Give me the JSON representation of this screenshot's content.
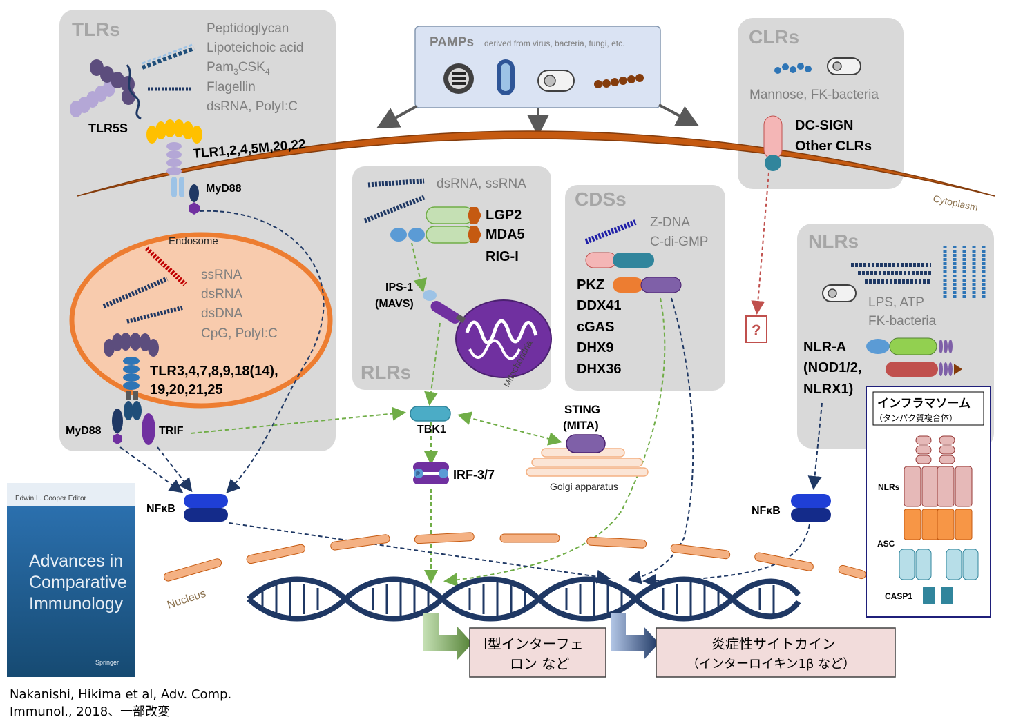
{
  "colors": {
    "panel": "#d9d9d9",
    "membrane": "#c55a11",
    "endosome_fill": "#f8cbad",
    "endosome_border": "#ed7d31",
    "pamps_fill": "#dae3f3",
    "nfkb": "#1f3fb5",
    "arrow_blue": "#1f3864",
    "arrow_green": "#70ad47",
    "arrow_red": "#c0504d",
    "output_box": "#f2dcdb",
    "book_cover": "#1b5e8a"
  },
  "tlr": {
    "title": "TLRs",
    "ligands": [
      "Peptidoglycan",
      "Lipoteichoic acid",
      "Pam",
      "3",
      "CSK",
      "4",
      "Flagellin",
      "dsRNA, PolyI:C"
    ],
    "tlr5s": "TLR5S",
    "surface_receptors": "TLR1,2,4,5M,20,22",
    "myd88": "MyD88",
    "endosome_label": "Endosome",
    "endosome_ligands": [
      "ssRNA",
      "dsRNA",
      "dsDNA",
      "CpG, PolyI:C"
    ],
    "endosome_receptors": [
      "TLR3,4,7,8,9,18(14),",
      "19,20,21,25"
    ],
    "myd88_bottom": "MyD88",
    "trif": "TRIF"
  },
  "pamps": {
    "title": "PAMPs",
    "subtitle": "derived from virus, bacteria, fungi, etc."
  },
  "clr": {
    "title": "CLRs",
    "ligands": "Mannose, FK-bacteria",
    "receptors": [
      "DC-SIGN",
      "Other CLRs"
    ],
    "unknown": "?"
  },
  "rlr": {
    "title": "RLRs",
    "ligands": "dsRNA, ssRNA",
    "receptors": [
      "LGP2",
      "MDA5",
      "RIG-I"
    ],
    "adaptor": [
      "IPS-1",
      "(MAVS)"
    ],
    "organelle": "Mitochondria"
  },
  "cds": {
    "title": "CDSs",
    "ligands": [
      "Z-DNA",
      "C-di-GMP"
    ],
    "sensors": [
      "PKZ",
      "DDX41",
      "cGAS",
      "DHX9",
      "DHX36"
    ]
  },
  "nlr": {
    "title": "NLRs",
    "ligands": [
      "LPS, ATP",
      "FK-bacteria"
    ],
    "receptors": [
      "NLR-A",
      "(NOD1/2,",
      "NLRX1)"
    ]
  },
  "cytoplasm": "Cytoplasm",
  "tbk1": "TBK1",
  "irf": "IRF-3/7",
  "sting": [
    "STING",
    "(MITA)"
  ],
  "golgi": "Golgi apparatus",
  "nfkb_left": "NFκB",
  "nfkb_right": "NFκB",
  "nucleus": "Nucleus",
  "phospho": "P",
  "inflammasome": {
    "title": "インフラマソーム",
    "subtitle": "（タンパク質複合体）",
    "labels": [
      "NLRs",
      "ASC",
      "CASP1"
    ]
  },
  "outputs": {
    "ifn": [
      "I型インターフェ",
      "ロン など"
    ],
    "cytokine": [
      "炎症性サイトカイン",
      "（インターロイキン1β など）"
    ]
  },
  "book": {
    "editor": "Edwin L. Cooper  Editor",
    "title": [
      "Advances in",
      "Comparative",
      "Immunology"
    ],
    "publisher": "Springer"
  },
  "citation": [
    "Nakanishi, Hikima et al, Adv. Comp.",
    "Immunol., 2018、一部改変"
  ]
}
